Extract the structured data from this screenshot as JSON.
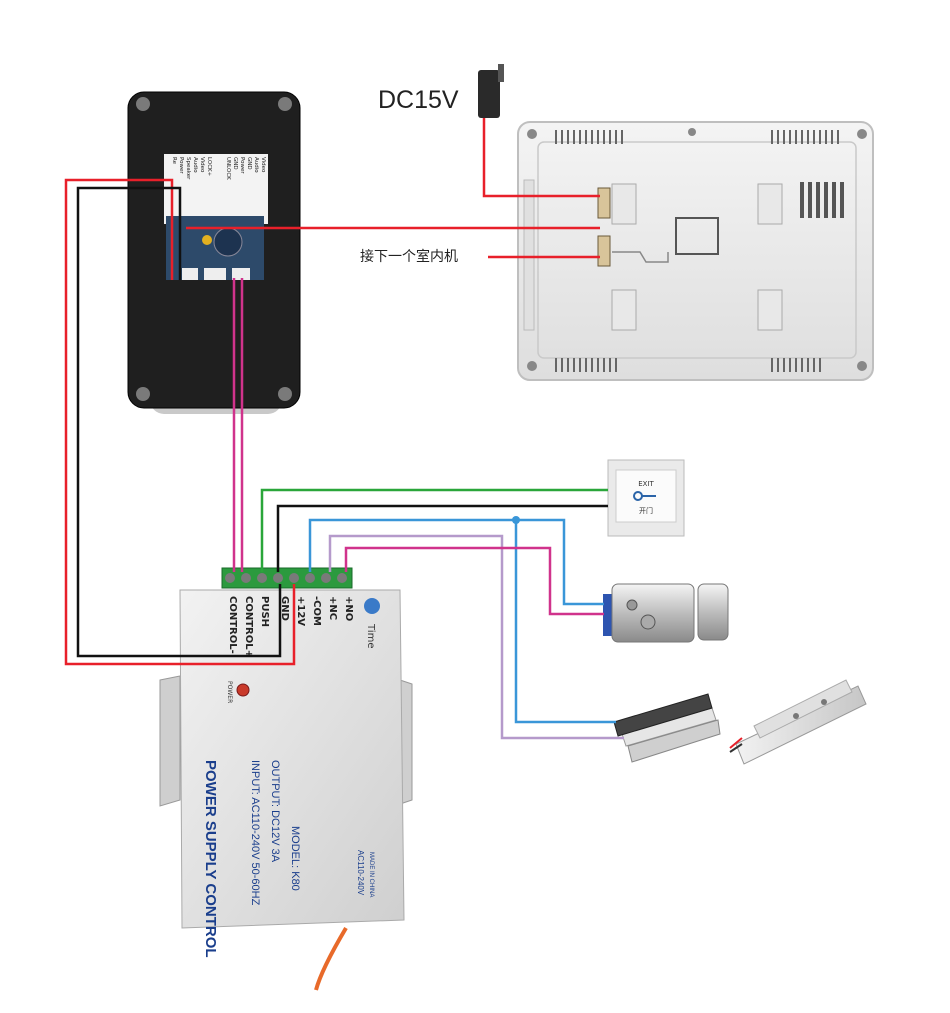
{
  "power_adapter": {
    "label": "DC15V"
  },
  "next_monitor": {
    "label": "接下一个室内机"
  },
  "doorbell": {
    "pcb_labels": [
      "Video",
      "Audio",
      "GND",
      "Power",
      "GND",
      "UNLOCK",
      "LOCK+",
      "Video",
      "Audio",
      "Speaker",
      "Power",
      "Re"
    ]
  },
  "exit_button": {
    "line1": "EXIT",
    "line2": "开门"
  },
  "power_supply": {
    "terminals": [
      "CONTROL-",
      "CONTROL+",
      "PUSH",
      "GND",
      "+12V",
      "-COM",
      "+NC",
      "+NO"
    ],
    "time_label": "Time",
    "power_led_label": "POWER",
    "brand_text": "POWER SUPPLY CONTROL",
    "input_text": "INPUT: AC110-240V 50-60HZ",
    "output_text": "OUTPUT: DC12V  3A",
    "model_text": "MODEL: K80",
    "ac_text": "AC110-240V",
    "made_text": "MADE IN CHINA"
  },
  "colors": {
    "red": "#e8202a",
    "black": "#111111",
    "magenta": "#d0338c",
    "green": "#2aa63a",
    "blue": "#3a96d8",
    "lavender": "#b59acb"
  }
}
